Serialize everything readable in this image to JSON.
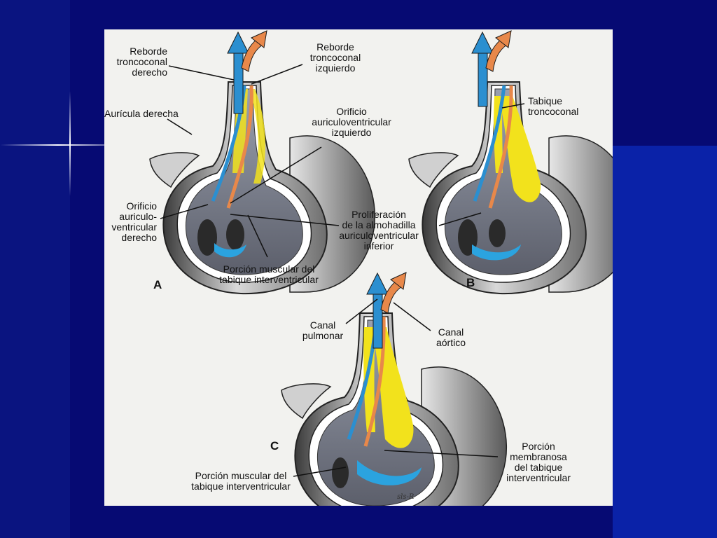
{
  "labels": {
    "reborde_derecho": "Reborde\ntroncoconal\nderecho",
    "reborde_izquierdo": "Reborde\ntroncoconal\nizquierdo",
    "auricula_derecha": "Aurícula derecha",
    "orificio_izquierdo": "Orificio\nauriculoventricular\nizquierdo",
    "orificio_derecho": "Orificio\nauriculo-\nventricular\nderecho",
    "proliferacion": "Proliferación\nde la almohadilla\nauriculoventricular\ninferior",
    "porcion_muscular_a": "Porción muscular del\ntabique interventricular",
    "tabique_troncoconal": "Tabique\ntroncoconal",
    "canal_pulmonar": "Canal\npulmonar",
    "canal_aortico": "Canal\naórtico",
    "porcion_membranosa": "Porción\nmembranosa\ndel tabique\ninterventricular",
    "porcion_muscular_c": "Porción muscular del\ntabique interventricular"
  },
  "panels": {
    "a": "A",
    "b": "B",
    "c": "C"
  },
  "signature": "sls-R",
  "colors": {
    "slide_bg": "#060a73",
    "panel_bg": "#f2f2ef",
    "pulmonary_arrow": "#2b8fd0",
    "aortic_arrow": "#e8884a",
    "septum_yellow": "#f2e21c",
    "cushion_blue": "#2ba3df"
  }
}
